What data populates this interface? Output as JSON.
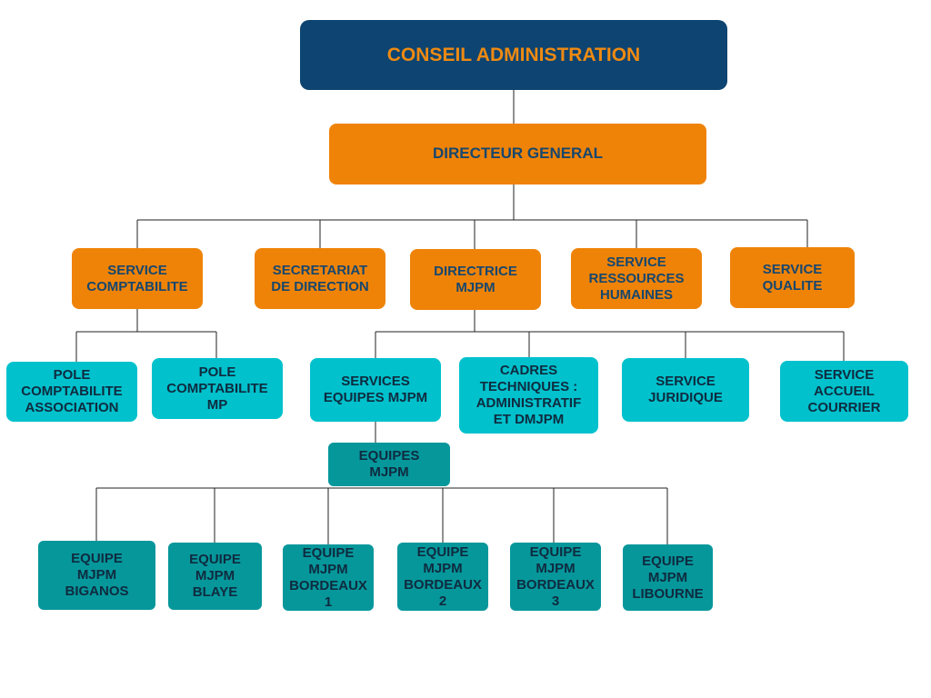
{
  "diagram": {
    "root": "CONSEIL ADMINISTRATION",
    "director": "DIRECTEUR GENERAL",
    "level2": [
      "SERVICE\nCOMPTABILITE",
      "SECRETARIAT\nDE DIRECTION",
      "DIRECTRICE\nMJPM",
      "SERVICE\nRESSOURCES\nHUMAINES",
      "SERVICE\nQUALITE"
    ],
    "accounting_children": [
      "POLE\nCOMPTABILITE\nASSOCIATION",
      "POLE\nCOMPTABILITE\nMP"
    ],
    "mjpm_children": [
      "SERVICES\nEQUIPES MJPM",
      "CADRES\nTECHNIQUES :\nADMINISTRATIF\nET DMJPM",
      "SERVICE\nJURIDIQUE",
      "SERVICE\nACCUEIL\nCOURRIER"
    ],
    "teams_group": "EQUIPES\nMJPM",
    "teams": [
      "EQUIPE\nMJPM\nBIGANOS",
      "EQUIPE\nMJPM\nBLAYE",
      "EQUIPE\nMJPM\nBORDEAUX\n1",
      "EQUIPE\nMJPM\nBORDEAUX\n2",
      "EQUIPE\nMJPM\nBORDEAUX\n3",
      "EQUIPE\nMJPM\nLIBOURNE"
    ]
  }
}
